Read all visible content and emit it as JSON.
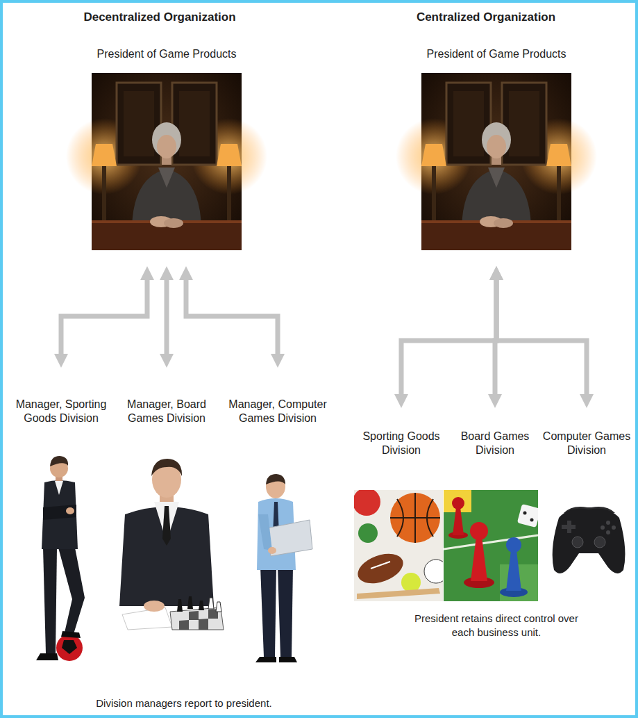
{
  "diagram": {
    "nodes": [
      {
        "text": [
          "President of Game Products"
        ]
      },
      {
        "text": [
          "Manager, Sporting Goods Division"
        ]
      },
      {
        "text": [
          "Manager, Board Games Division"
        ]
      },
      {
        "text": [
          "Manager, Computer Games Division"
        ]
      },
      {
        "text": [
          "President of Game Products"
        ]
      },
      {
        "text": [
          "Sporting Goods Division"
        ]
      },
      {
        "text": [
          "Board Games Division"
        ]
      },
      {
        "text": [
          "Computer Games Division"
        ]
      }
    ],
    "edges": [
      {
        "from": 0,
        "to": 1,
        "arrow": "both"
      },
      {
        "from": 0,
        "to": 2,
        "arrow": "both"
      },
      {
        "from": 0,
        "to": 3,
        "arrow": "both"
      },
      {
        "from": 4,
        "to": 5,
        "arrow": "both"
      },
      {
        "from": 4,
        "to": 6,
        "arrow": "both"
      },
      {
        "from": 4,
        "to": 7,
        "arrow": "both"
      }
    ],
    "labels": [
      "Decentralized Organization",
      "Centralized Organization",
      "Division managers report to president.",
      "President retains direct control over each business unit."
    ]
  }
}
